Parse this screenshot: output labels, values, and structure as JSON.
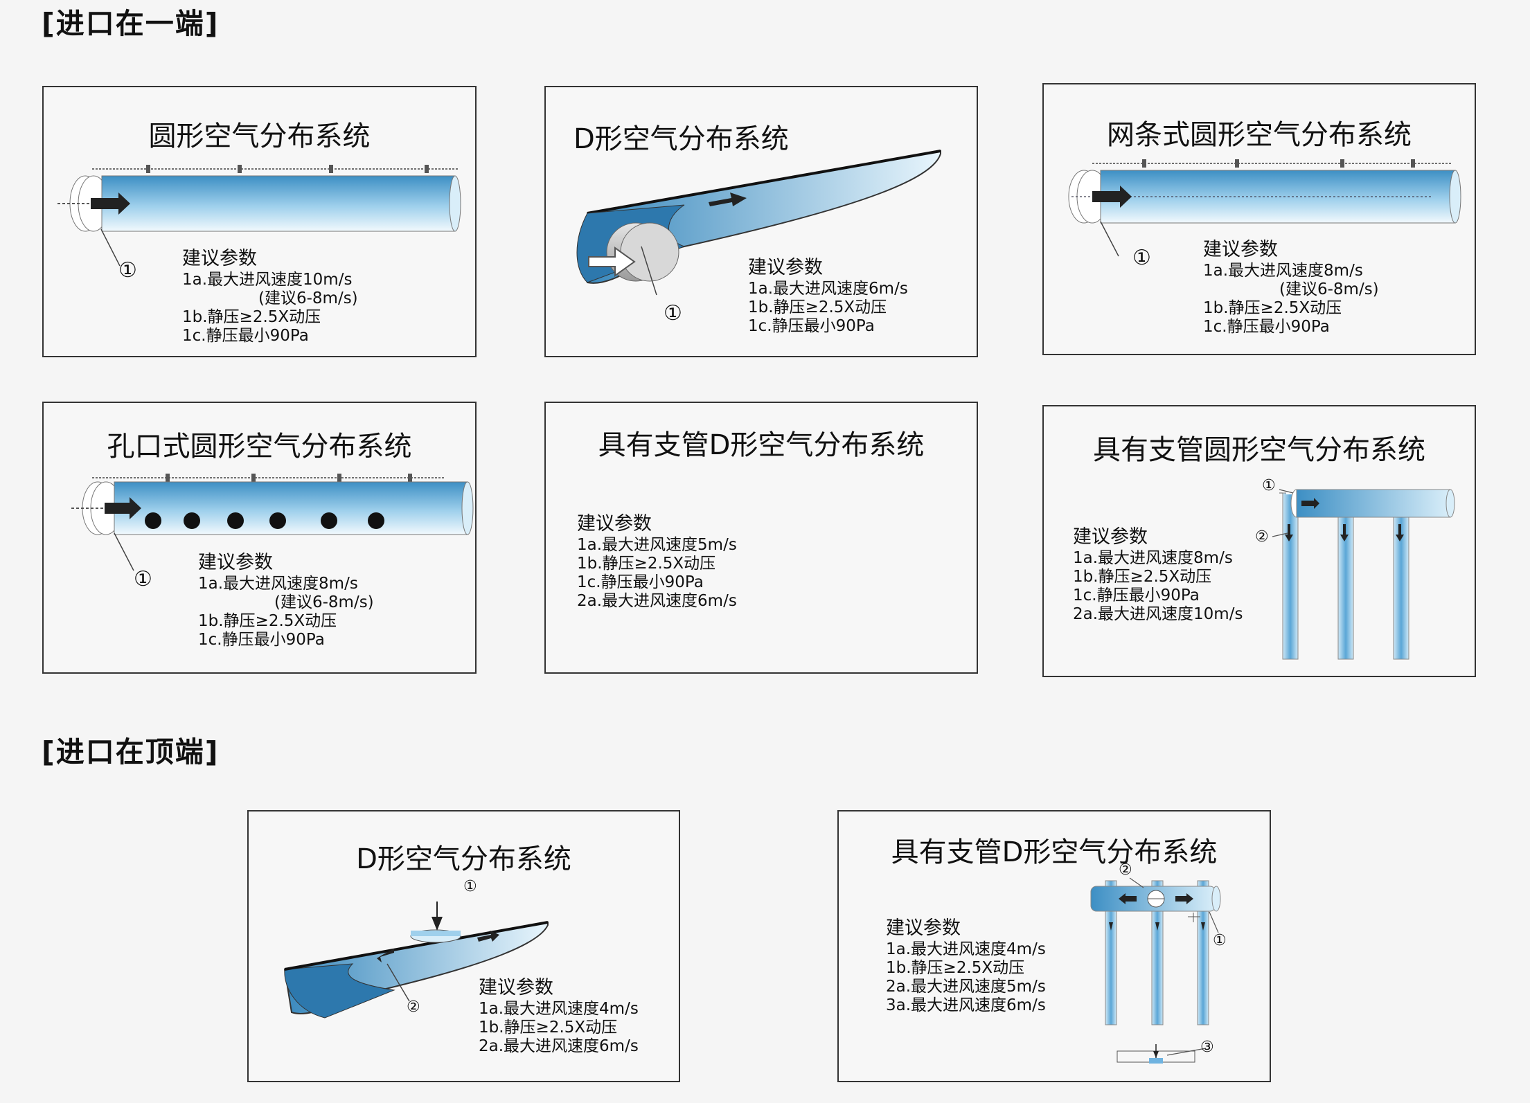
{
  "sections": [
    {
      "label": "[进口在一端]"
    },
    {
      "label": "[进口在顶端]"
    }
  ],
  "panels": [
    {
      "title": "圆形空气分布系统",
      "callouts": [
        "①"
      ],
      "params": {
        "heading": "建议参数",
        "lines": [
          "1a.最大进风速度10m/s",
          "(建议6-8m/s)",
          "1b.静压≥2.5X动压",
          "1c.静压最小90Pa"
        ]
      }
    },
    {
      "title": "D形空气分布系统",
      "callouts": [
        "①"
      ],
      "params": {
        "heading": "建议参数",
        "lines": [
          "1a.最大进风速度6m/s",
          "1b.静压≥2.5X动压",
          "1c.静压最小90Pa"
        ]
      }
    },
    {
      "title": "网条式圆形空气分布系统",
      "callouts": [
        "①"
      ],
      "params": {
        "heading": "建议参数",
        "lines": [
          "1a.最大进风速度8m/s",
          "(建议6-8m/s)",
          "1b.静压≥2.5X动压",
          "1c.静压最小90Pa"
        ]
      }
    },
    {
      "title": "孔口式圆形空气分布系统",
      "callouts": [
        "①"
      ],
      "params": {
        "heading": "建议参数",
        "lines": [
          "1a.最大进风速度8m/s",
          "(建议6-8m/s)",
          "1b.静压≥2.5X动压",
          "1c.静压最小90Pa"
        ]
      }
    },
    {
      "title": "具有支管D形空气分布系统",
      "callouts": [],
      "params": {
        "heading": "建议参数",
        "lines": [
          "1a.最大进风速度5m/s",
          "1b.静压≥2.5X动压",
          "1c.静压最小90Pa",
          "2a.最大进风速度6m/s"
        ]
      }
    },
    {
      "title": "具有支管圆形空气分布系统",
      "callouts": [
        "①",
        "②"
      ],
      "params": {
        "heading": "建议参数",
        "lines": [
          "1a.最大进风速度8m/s",
          "1b.静压≥2.5X动压",
          "1c.静压最小90Pa",
          "2a.最大进风速度10m/s"
        ]
      }
    },
    {
      "title": "D形空气分布系统",
      "callouts": [
        "①",
        "②"
      ],
      "params": {
        "heading": "建议参数",
        "lines": [
          "1a.最大进风速度4m/s",
          "1b.静压≥2.5X动压",
          "2a.最大进风速度6m/s"
        ]
      }
    },
    {
      "title": "具有支管D形空气分布系统",
      "callouts": [
        "②",
        "①",
        "③"
      ],
      "params": {
        "heading": "建议参数",
        "lines": [
          "1a.最大进风速度4m/s",
          "1b.静压≥2.5X动压",
          "2a.最大进风速度5m/s",
          "3a.最大进风速度6m/s"
        ]
      }
    }
  ],
  "colors": {
    "duct_dark": "#3d8fc4",
    "duct_light": "#d9eef9",
    "border": "#333333"
  }
}
